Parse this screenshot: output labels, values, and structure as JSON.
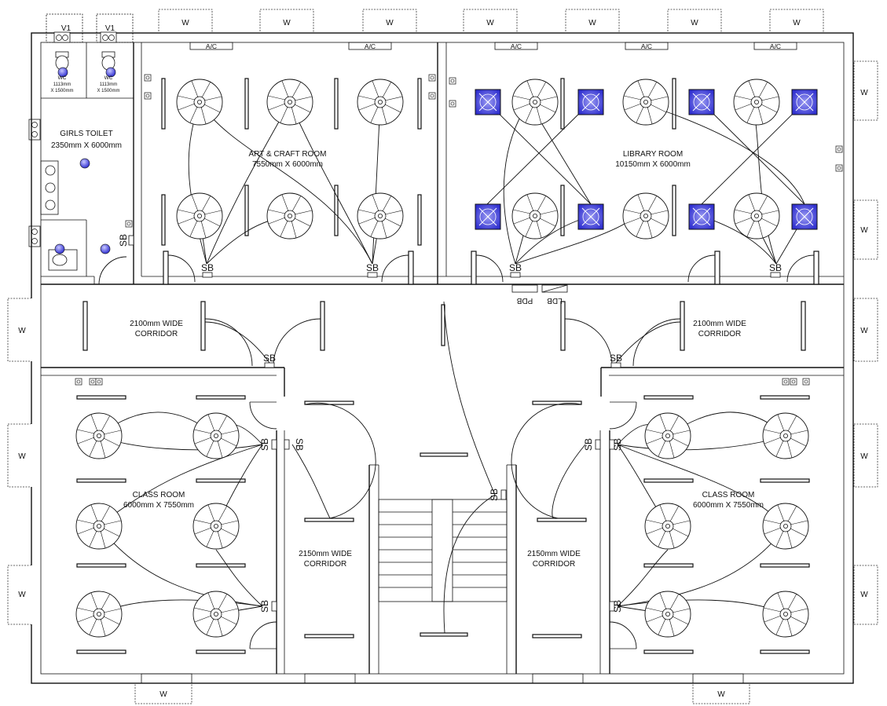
{
  "colors": {
    "line": "#111111",
    "light_fixture_fill": "#2f2fcf",
    "light_fixture_glow": "#9a9af2",
    "bulb_fill": "#3b3bd6",
    "background": "#ffffff"
  },
  "symbols": {
    "window": "W",
    "switchboard": "SB",
    "air_conditioner": "A/C",
    "valve": "V1",
    "power_db": "PDB",
    "lighting_db": "LDB"
  },
  "rooms": {
    "girls_toilet": {
      "name": "GIRLS TOILET",
      "size": "2350mm X 6000mm"
    },
    "wc_1": {
      "name": "WC",
      "size_line1": "1113mm",
      "size_line2": "X 1500mm"
    },
    "wc_2": {
      "name": "WC",
      "size_line1": "1113mm",
      "size_line2": "X 1500mm"
    },
    "art_craft": {
      "name": "ART & CRAFT ROOM",
      "size": "7550mm X 6000mm"
    },
    "library": {
      "name": "LIBRARY ROOM",
      "size": "10150mm X 6000mm"
    },
    "corridor_top_left": {
      "line1": "2100mm WIDE",
      "line2": "CORRIDOR"
    },
    "corridor_top_right": {
      "line1": "2100mm WIDE",
      "line2": "CORRIDOR"
    },
    "classroom_left": {
      "name": "CLASS ROOM",
      "size": "6000mm X 7550mm"
    },
    "classroom_right": {
      "name": "CLASS ROOM",
      "size": "6000mm X 7550mm"
    },
    "corridor_mid_left": {
      "line1": "2150mm WIDE",
      "line2": "CORRIDOR"
    },
    "corridor_mid_right": {
      "line1": "2150mm WIDE",
      "line2": "CORRIDOR"
    }
  },
  "icons": [
    "ceiling-fan-icon",
    "light-fixture-icon",
    "bulb-icon",
    "switchboard-icon",
    "window-icon",
    "toilet-icon",
    "wash-basin-icon",
    "ac-unit-icon",
    "socket-icon"
  ]
}
